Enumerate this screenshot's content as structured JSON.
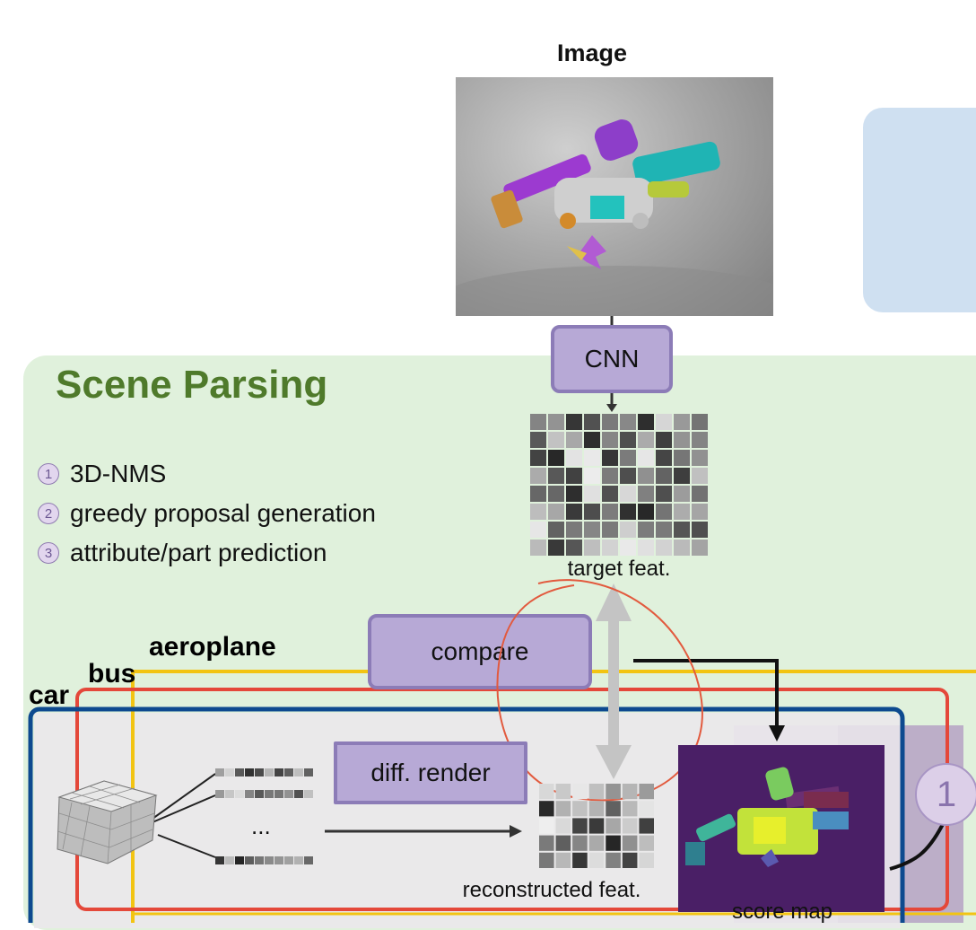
{
  "header": {
    "image_title": "Image"
  },
  "scene_parsing": {
    "title": "Scene Parsing",
    "steps": [
      {
        "num": "1",
        "text": "3D-NMS"
      },
      {
        "num": "2",
        "text": "greedy proposal generation"
      },
      {
        "num": "3",
        "text": "attribute/part prediction"
      }
    ]
  },
  "pipeline": {
    "cnn": "CNN",
    "target_feat": "target feat.",
    "compare": "compare",
    "diff_render": "diff. render",
    "ellipsis": "...",
    "reconstructed_feat": "reconstructed feat.",
    "score_map": "score map",
    "marker": "1"
  },
  "classes": {
    "aeroplane": "aeroplane",
    "bus": "bus",
    "car": "car"
  },
  "colors": {
    "aeroplane": "#f2c413",
    "bus": "#e4483a",
    "car": "#0d4a8f",
    "scene_title": "#4f7a2b",
    "box_fill": "#b7a9d6",
    "box_border": "#8c7cb7",
    "green_panel": "#e0f1dc",
    "blue_panel": "#cfe0f1"
  }
}
